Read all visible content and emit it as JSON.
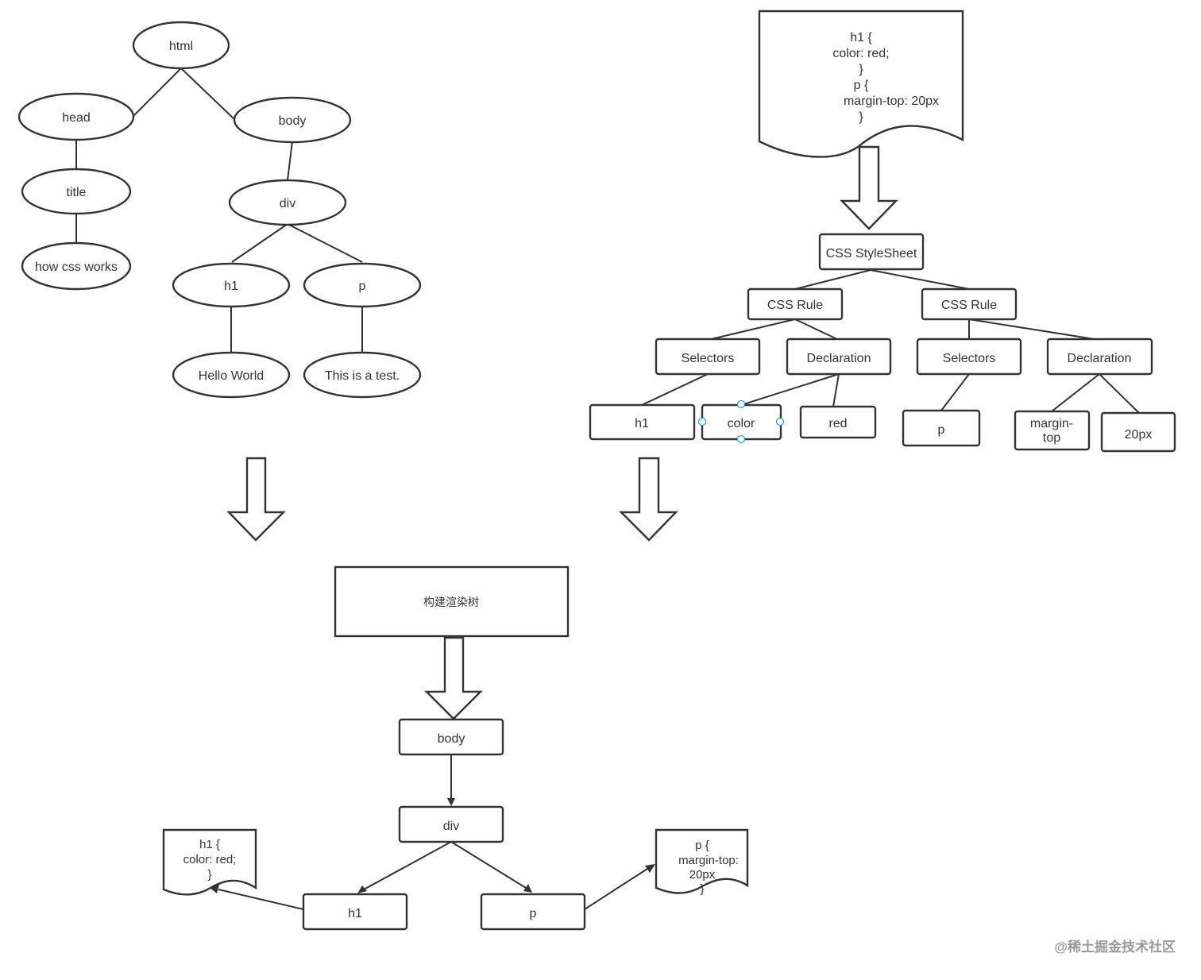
{
  "dom_tree": {
    "html": "html",
    "head": "head",
    "body": "body",
    "title": "title",
    "div": "div",
    "title_text": "how css works",
    "h1": "h1",
    "p": "p",
    "h1_text": "Hello World",
    "p_text": "This is a test."
  },
  "css_source": {
    "lines": [
      "h1 {",
      "color: red;",
      "}",
      "p {",
      "margin-top: 20px",
      "}"
    ]
  },
  "cssom": {
    "root": "CSS StyleSheet",
    "rule1": "CSS Rule",
    "rule2": "CSS Rule",
    "selectors1": "Selectors",
    "declaration1": "Declaration",
    "selectors2": "Selectors",
    "declaration2": "Declaration",
    "h1": "h1",
    "color": "color",
    "red": "red",
    "p": "p",
    "margin_top_line1": "margin-",
    "margin_top_line2": "top",
    "px20": "20px"
  },
  "render_tree": {
    "title": "构建渲染树",
    "body": "body",
    "div": "div",
    "h1": "h1",
    "p": "p",
    "h1_style": [
      "h1 {",
      "color: red;",
      "}"
    ],
    "p_style": [
      "p {",
      "margin-top:",
      "20px",
      "}"
    ]
  },
  "watermark": "@稀土掘金技术社区"
}
